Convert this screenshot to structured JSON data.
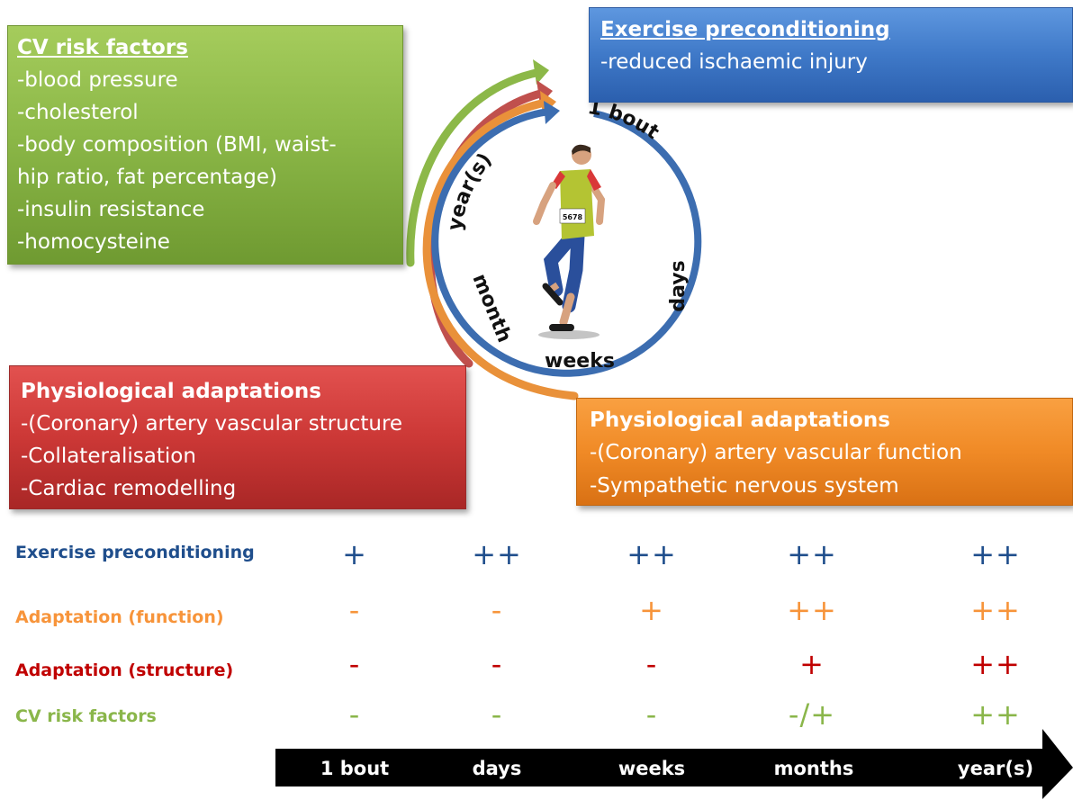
{
  "colors": {
    "blue": "#1f4e8c",
    "orange": "#f7943a",
    "red": "#c00000",
    "green": "#8ab64a"
  },
  "boxes": {
    "cv_risk": {
      "title": "CV risk factors",
      "lines": [
        "-blood pressure",
        "-cholesterol",
        "-body composition (BMI, waist-",
        "hip ratio, fat percentage)",
        "-insulin resistance",
        "-homocysteine"
      ]
    },
    "preconditioning": {
      "title": "Exercise preconditioning",
      "lines": [
        "-reduced ischaemic injury"
      ]
    },
    "structure": {
      "title": "Physiological adaptations",
      "lines": [
        "-(Coronary) artery vascular structure",
        "-Collateralisation",
        "-Cardiac remodelling"
      ]
    },
    "function": {
      "title": "Physiological adaptations",
      "lines": [
        "-(Coronary) artery vascular function",
        "-Sympathetic nervous system"
      ]
    }
  },
  "cycle": {
    "labels": [
      "1 bout",
      "days",
      "weeks",
      "month",
      "year(s)"
    ],
    "bib": "5678"
  },
  "table": {
    "rows": [
      {
        "label": "Exercise preconditioning",
        "values": [
          "+",
          "++",
          "++",
          "++",
          "++"
        ]
      },
      {
        "label": "Adaptation (function)",
        "values": [
          "-",
          "-",
          "+",
          "++",
          "++"
        ]
      },
      {
        "label": "Adaptation (structure)",
        "values": [
          "-",
          "-",
          "-",
          "+",
          "++"
        ]
      },
      {
        "label": "CV risk factors",
        "values": [
          "-",
          "-",
          "-",
          "-/+",
          "++"
        ]
      }
    ]
  },
  "timeline": [
    "1 bout",
    "days",
    "weeks",
    "months",
    "year(s)"
  ]
}
